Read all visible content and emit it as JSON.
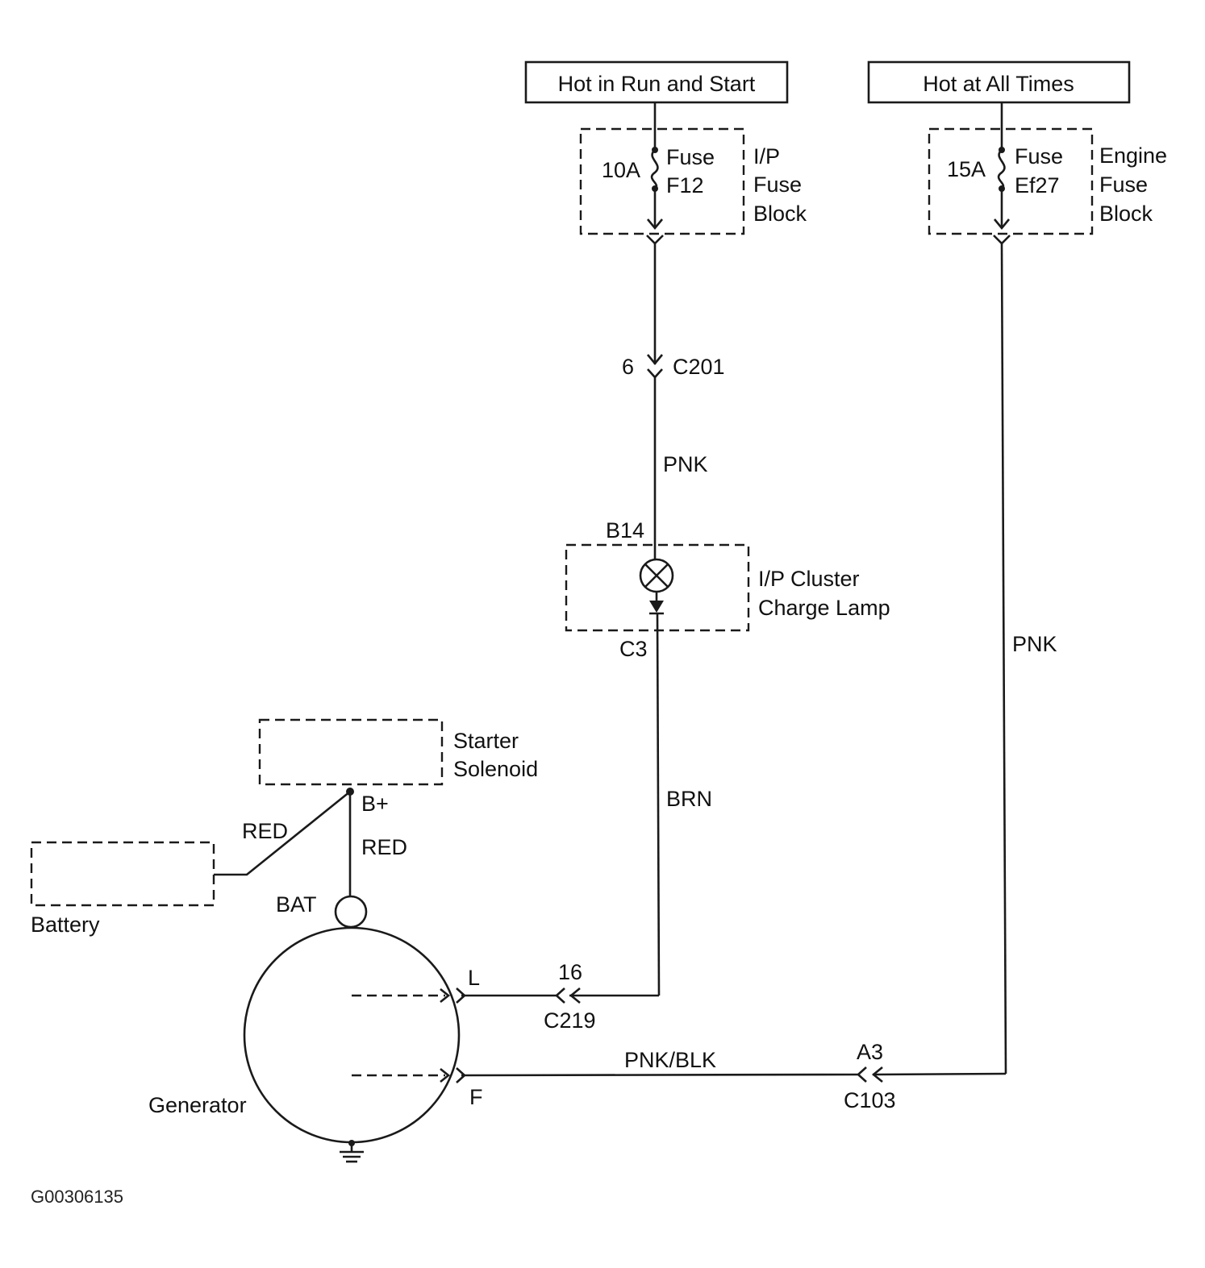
{
  "sources": {
    "run_start": "Hot in Run and Start",
    "all_times": "Hot at All Times"
  },
  "fuse_f12": {
    "rating": "10A",
    "name_line1": "Fuse",
    "name_line2": "F12",
    "block_line1": "I/P",
    "block_line2": "Fuse",
    "block_line3": "Block"
  },
  "fuse_ef27": {
    "rating": "15A",
    "name_line1": "Fuse",
    "name_line2": "Ef27",
    "block_line1": "Engine",
    "block_line2": "Fuse",
    "block_line3": "Block"
  },
  "connector_c201": {
    "pin": "6",
    "name": "C201"
  },
  "wires": {
    "pnk_upper": "PNK",
    "pnk_right": "PNK",
    "brn": "BRN",
    "red_battery": "RED",
    "red_bat": "RED",
    "pnk_blk": "PNK/BLK"
  },
  "charge_lamp": {
    "pin_in": "B14",
    "pin_out": "C3",
    "label_line1": "I/P Cluster",
    "label_line2": "Charge Lamp"
  },
  "starter_solenoid": {
    "label_line1": "Starter",
    "label_line2": "Solenoid",
    "terminal": "B+"
  },
  "battery": {
    "label": "Battery"
  },
  "generator": {
    "label": "Generator",
    "bat_terminal": "BAT",
    "l_terminal": "L",
    "f_terminal": "F"
  },
  "connector_c219": {
    "pin": "16",
    "name": "C219"
  },
  "connector_c103": {
    "pin": "A3",
    "name": "C103"
  },
  "figure_id": "G00306135"
}
